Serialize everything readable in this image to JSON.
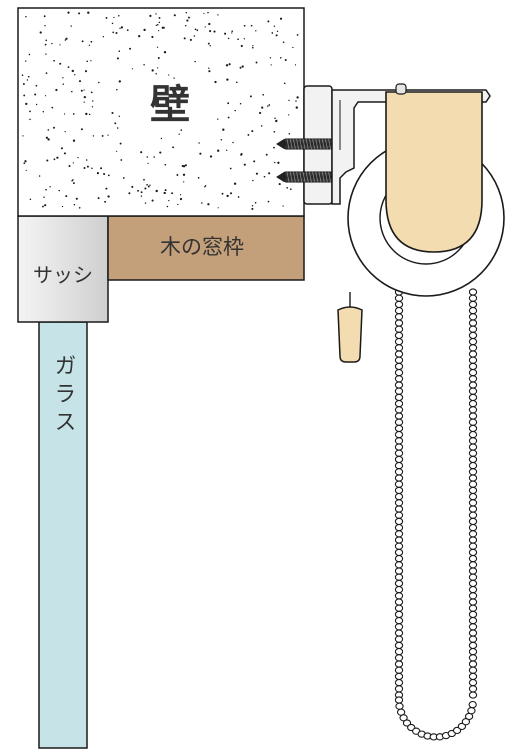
{
  "labels": {
    "wall": "壁",
    "wood_frame": "木の窓枠",
    "sash": "サッシ",
    "glass": "ガラス"
  },
  "colors": {
    "outline": "#1a1a1a",
    "wall_fill": "#ffffff",
    "wall_speckle": "#1a1a1a",
    "wall_label": "#8a8a8a",
    "wood_frame": "#c4a07a",
    "sash": "#dcdcdc",
    "glass": "#c6e4e8",
    "bracket": "#f2f2f2",
    "cassette": "#f3dcb0",
    "chain": "#ffffff"
  },
  "icons": {
    "screws": "screw-icon",
    "chain": "bead-chain-icon",
    "pull_handle": "pull-handle-icon"
  }
}
